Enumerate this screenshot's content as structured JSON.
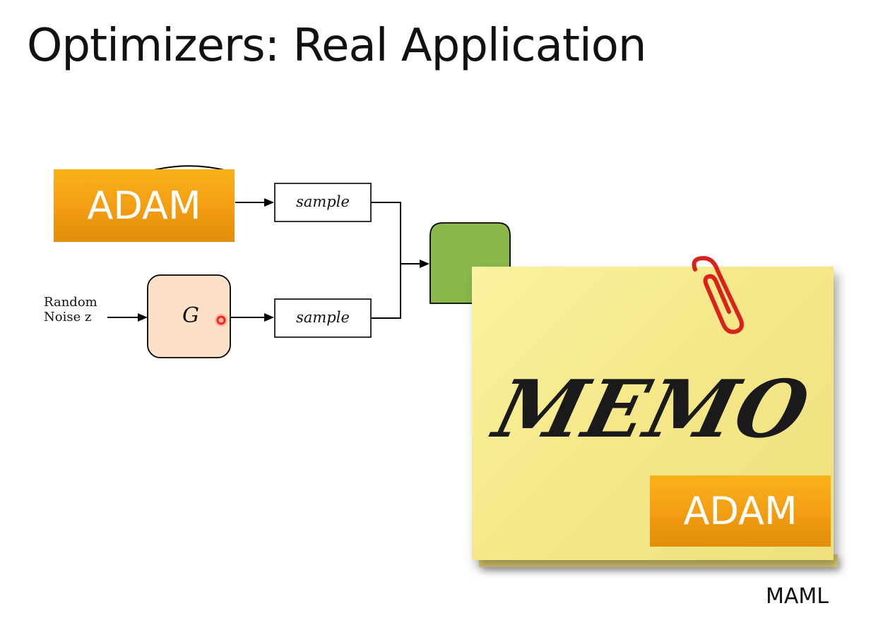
{
  "title": "Optimizers: Real Application",
  "diagram": {
    "adam_label": "ADAM",
    "input_label_line1": "Random",
    "input_label_line2": "Noise z",
    "generator_label": "G",
    "sample_top": "sample",
    "sample_bottom": "sample"
  },
  "memo": {
    "text": "MEMO",
    "adam_label": "ADAM"
  },
  "footer": {
    "label": "MAML"
  },
  "colors": {
    "adam_orange": "#f5a20f",
    "generator_fill": "#fde0c8",
    "discriminator_green": "#8bb84a",
    "memo_yellow": "#f6e88a",
    "clip_red": "#d9221b"
  }
}
